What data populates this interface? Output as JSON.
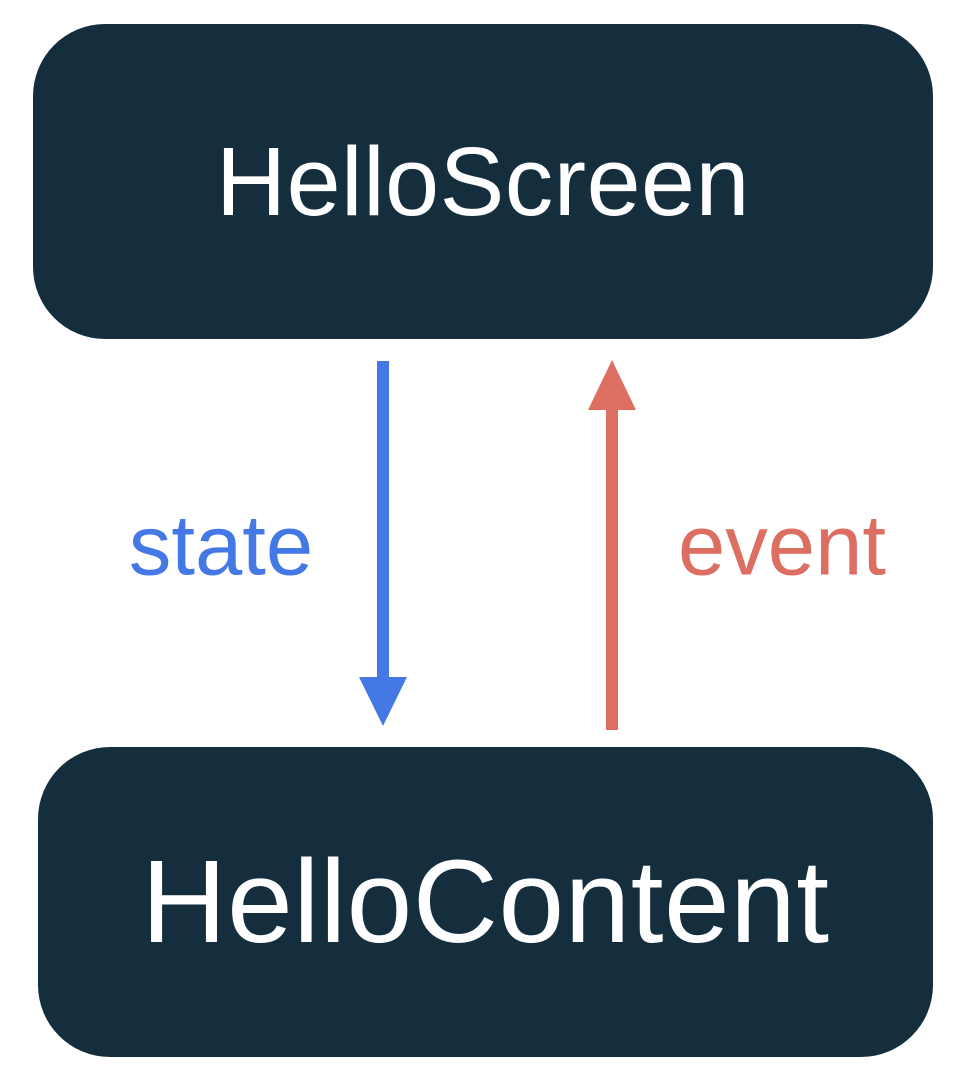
{
  "diagram": {
    "title_hint": "state-hoisting unidirectional data flow diagram",
    "nodes": [
      {
        "id": "hello-screen",
        "label": "HelloScreen"
      },
      {
        "id": "hello-content",
        "label": "HelloContent"
      }
    ],
    "edges": [
      {
        "id": "state-edge",
        "label": "state",
        "direction": "down",
        "from": "HelloScreen",
        "to": "HelloContent",
        "color": "#4478e4"
      },
      {
        "id": "event-edge",
        "label": "event",
        "direction": "up",
        "from": "HelloContent",
        "to": "HelloScreen",
        "color": "#dc6e62"
      }
    ]
  },
  "colors": {
    "navy": "#152e3e",
    "blue": "#4478e4",
    "red": "#dc6e62",
    "node-text": "#ffffff",
    "bg": "#ffffff"
  }
}
